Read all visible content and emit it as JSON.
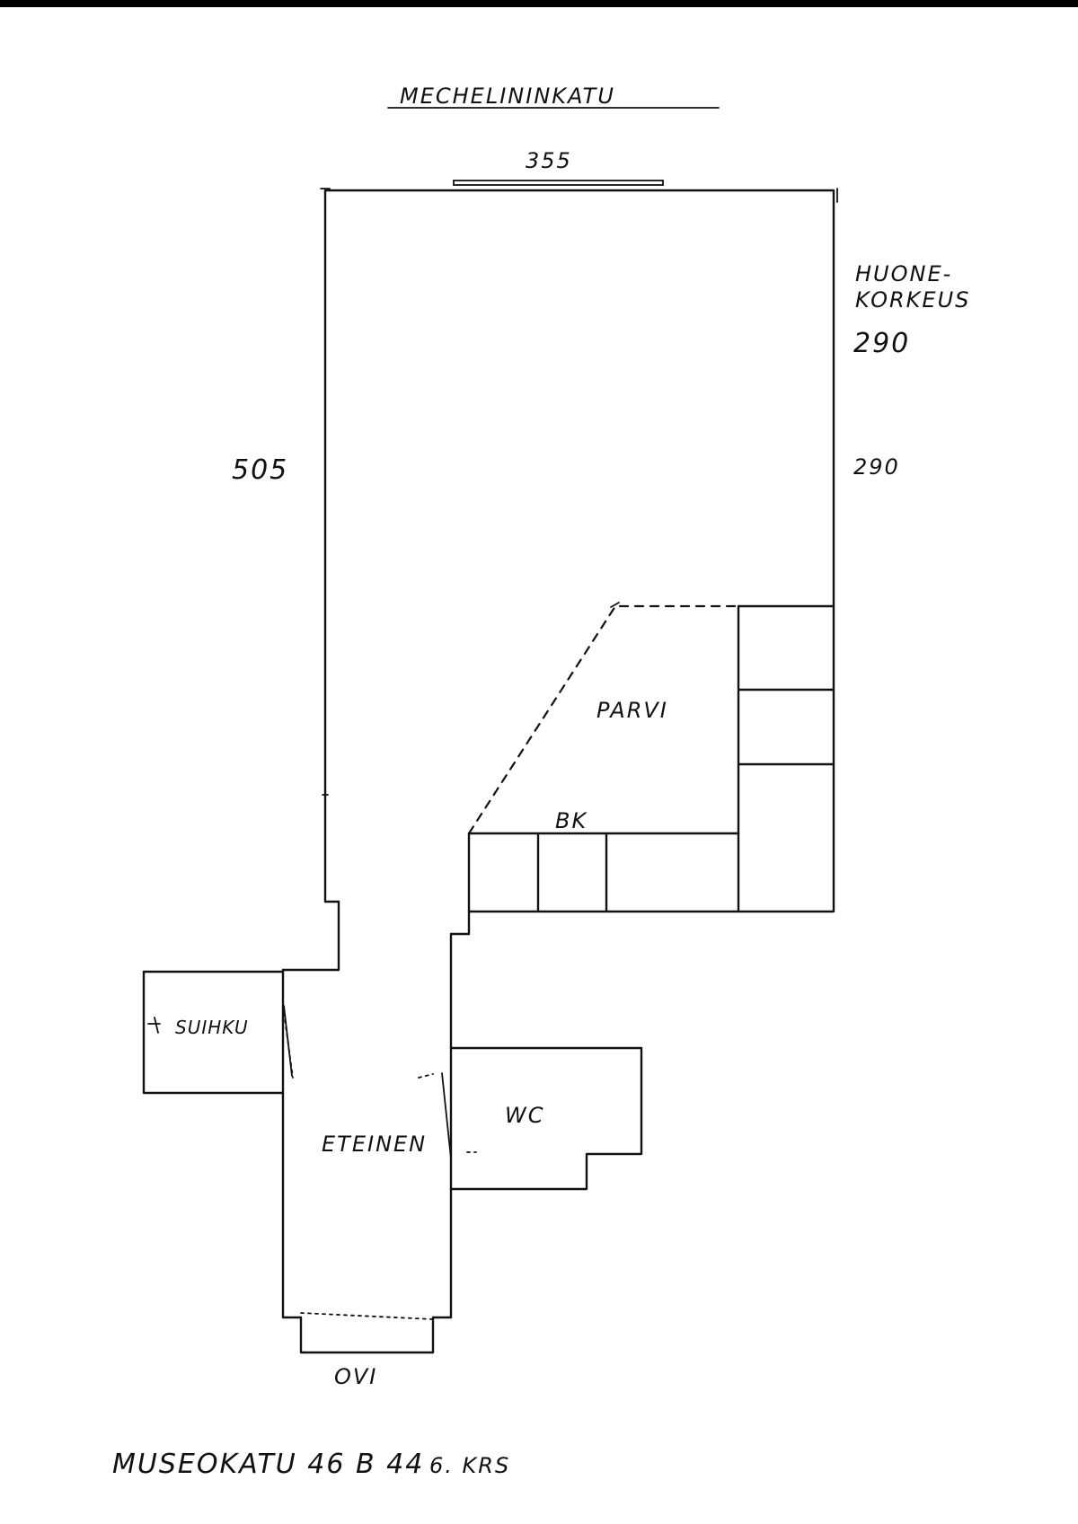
{
  "street": "MECHELININKATU",
  "window_width": "355",
  "room_length": "505",
  "ceiling_height_label_line1": "HUONE-",
  "ceiling_height_label_line2": "KORKEUS",
  "ceiling_height_value": "290",
  "right_wall_value": "290",
  "rooms": {
    "loft": "PARVI",
    "kitchenette": "BK",
    "shower": "SUIHKU",
    "toilet": "WC",
    "hallway": "ETEINEN",
    "door": "OVI"
  },
  "address": "MUSEOKATU 46 B 44",
  "floor": "6. KRS"
}
